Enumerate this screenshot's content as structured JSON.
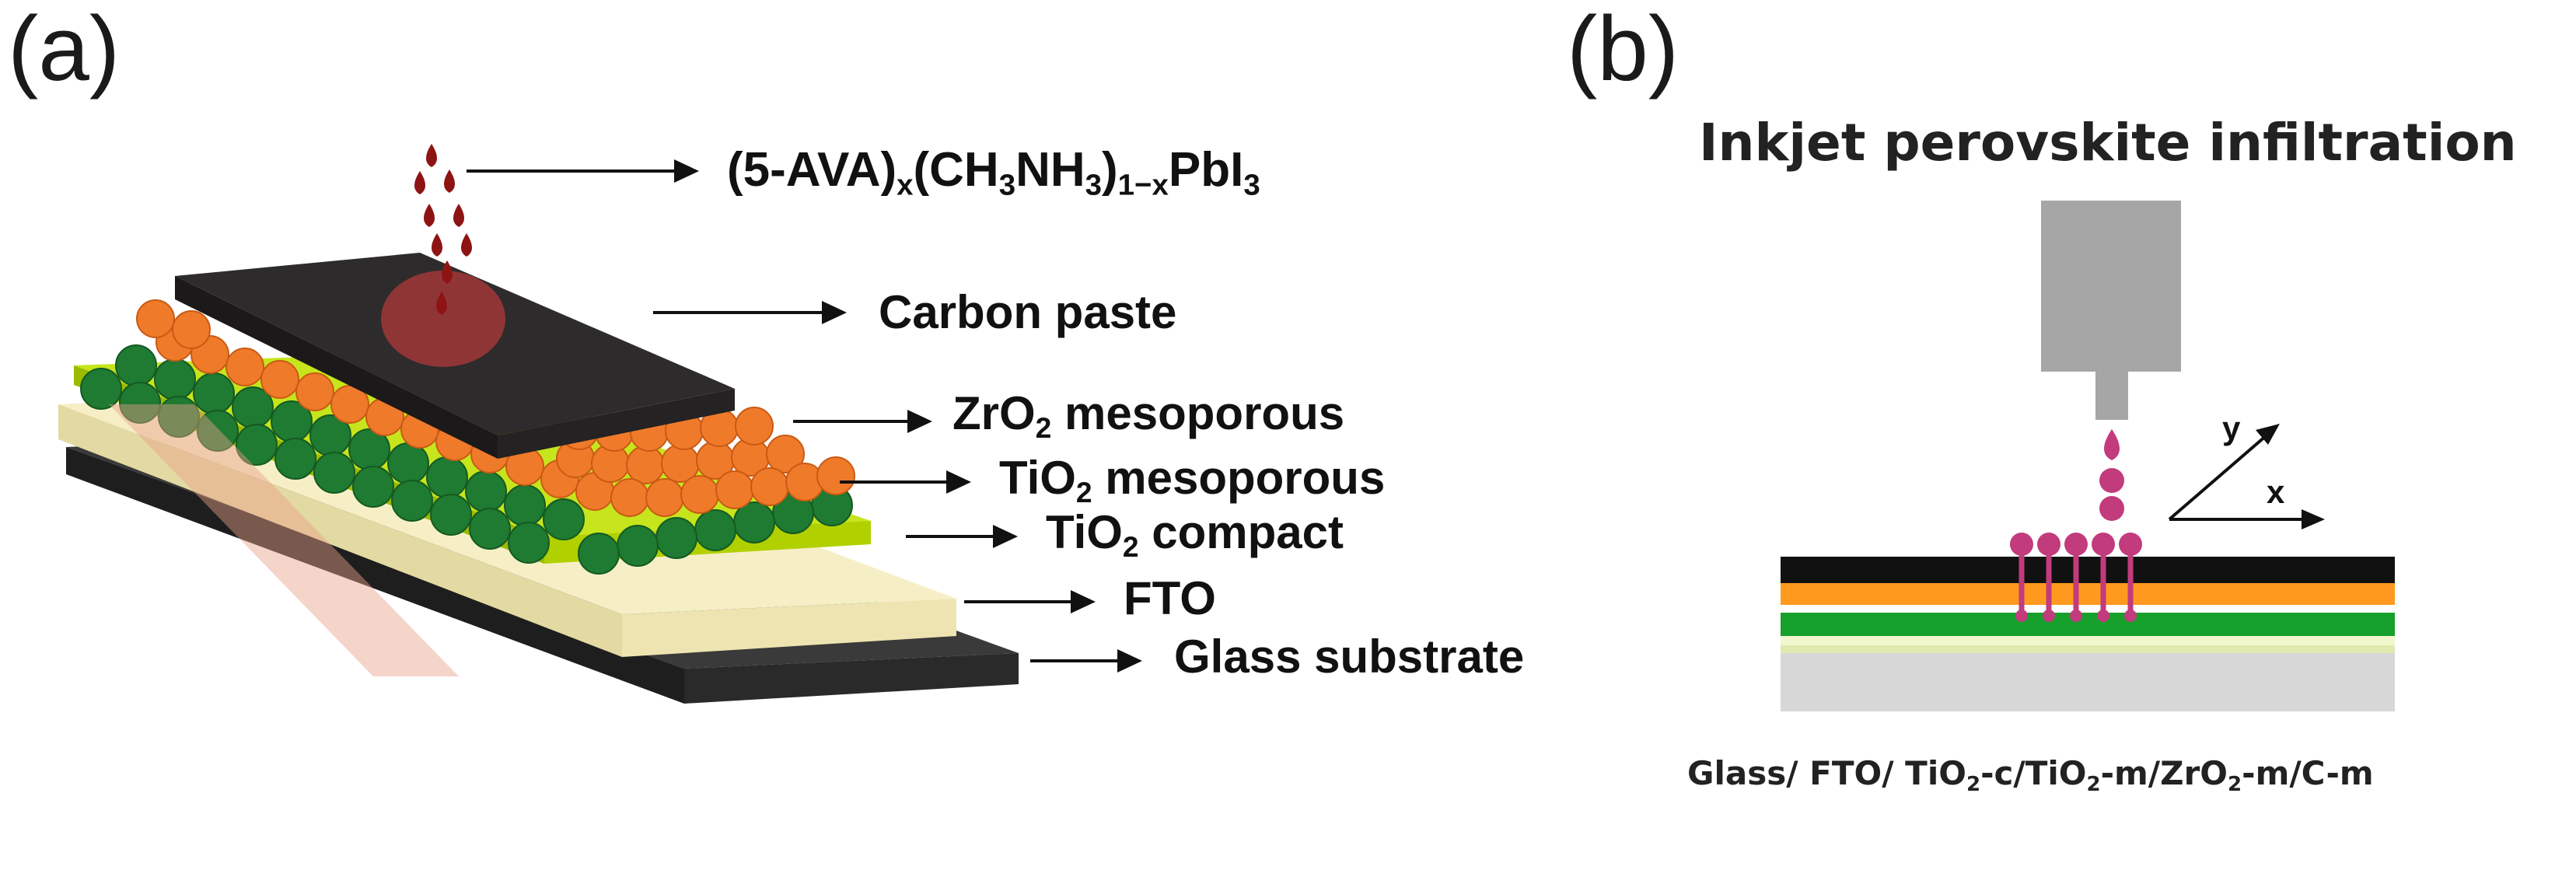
{
  "panel_a": {
    "letter": "(a)",
    "labels": {
      "perovskite": {
        "main": "(5-AVA)",
        "s1": "x",
        "mid": "(CH",
        "s2": "3",
        "mid2": "NH",
        "s3": "3",
        "mid3": ")",
        "s4": "1−x",
        "end": "PbI",
        "s5": "3"
      },
      "carbon": "Carbon paste",
      "zro2_a": "ZrO",
      "zro2_sub": "2",
      "zro2_b": " mesoporous",
      "tio2m_a": "TiO",
      "tio2m_sub": "2",
      "tio2m_b": " mesoporous",
      "tio2c_a": "TiO",
      "tio2c_sub": "2",
      "tio2c_b": " compact",
      "fto": "FTO",
      "glass": "Glass substrate"
    }
  },
  "panel_b": {
    "letter": "(b)",
    "title": "Inkjet perovskite infiltration",
    "axis_y": "y",
    "axis_x": "x",
    "caption_parts": [
      "Glass/ FTO/ TiO",
      "2",
      "-c/TiO",
      "2",
      "-m/ZrO",
      "2",
      "-m/C-m"
    ]
  },
  "colors": {
    "carbon": "#2e2b2c",
    "zro2": "#ef7a2a",
    "tio2m": "#1f7a32",
    "tio2c": "#b5d400",
    "fto": "#f6efc6",
    "glass": "#3a3a3a",
    "droplet_a": "#8e1414",
    "droplet_b": "#c23b7c",
    "nozzle": "#a6a6a6"
  }
}
